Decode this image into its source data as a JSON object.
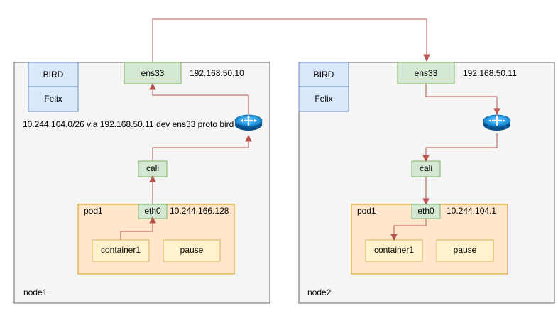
{
  "nodes": {
    "node1": {
      "name": "node1",
      "bird_label": "BIRD",
      "felix_label": "Felix",
      "ens33_label": "ens33",
      "ens33_ip": "192.168.50.10",
      "route_text": "10.244.104.0/26 via 192.168.50.11 dev ens33 proto bird",
      "cali_label": "cali",
      "pod_label": "pod1",
      "eth0_label": "eth0",
      "eth0_ip": "10.244.166.128",
      "container_label": "container1",
      "pause_label": "pause"
    },
    "node2": {
      "name": "node2",
      "bird_label": "BIRD",
      "felix_label": "Felix",
      "ens33_label": "ens33",
      "ens33_ip": "192.168.50.11",
      "cali_label": "cali",
      "pod_label": "pod1",
      "eth0_label": "eth0",
      "eth0_ip": "10.244.104.1",
      "container_label": "container1",
      "pause_label": "pause"
    }
  },
  "icons": {
    "router": "router-icon"
  },
  "colors": {
    "node_fill": "#f5f5f5",
    "node_stroke": "#666666",
    "blue_fill": "#dae8fc",
    "blue_stroke": "#6c8ebf",
    "green_fill": "#d5e8d4",
    "green_stroke": "#82b366",
    "pod_fill": "#ffe6cc",
    "pod_stroke": "#d79b00",
    "container_fill": "#fff2cc",
    "container_stroke": "#d6b656",
    "edge": "#b85450",
    "router_blue": "#1f8ad8"
  }
}
